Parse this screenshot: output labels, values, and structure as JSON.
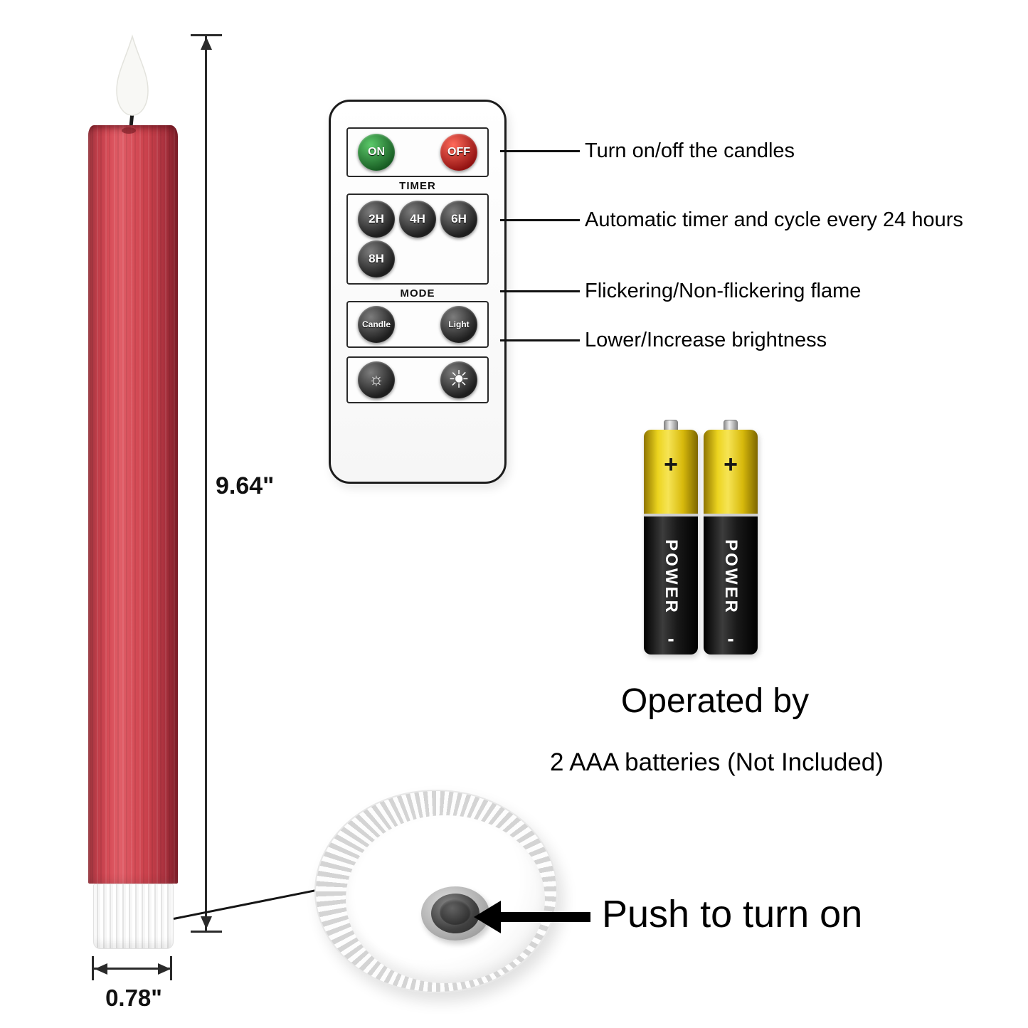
{
  "dimensions": {
    "height_label": "9.64\"",
    "width_label": "0.78\""
  },
  "remote": {
    "on_label": "ON",
    "off_label": "OFF",
    "timer_section_label": "TIMER",
    "timer_buttons": [
      "2H",
      "4H",
      "6H",
      "8H"
    ],
    "mode_section_label": "MODE",
    "mode_buttons": [
      "Candle",
      "Light"
    ],
    "brightness_low_glyph": "☼",
    "brightness_high_glyph": "☀"
  },
  "callouts": [
    {
      "label": "Turn on/off the candles"
    },
    {
      "label": "Automatic timer and cycle every 24 hours"
    },
    {
      "label": "Flickering/Non-flickering flame"
    },
    {
      "label": "Lower/Increase brightness"
    }
  ],
  "battery": {
    "plus_label": "+",
    "brand_label": "POWER",
    "minus_label": "-"
  },
  "battery_text": {
    "line1": "Operated by",
    "line2": "2 AAA batteries (Not Included)"
  },
  "base_callout": {
    "label": "Push to turn on"
  },
  "colors": {
    "candle_red": "#d8434e",
    "on_green": "#2e9e45",
    "off_red": "#e32222",
    "battery_yellow": "#e8c912",
    "battery_black": "#141414"
  }
}
